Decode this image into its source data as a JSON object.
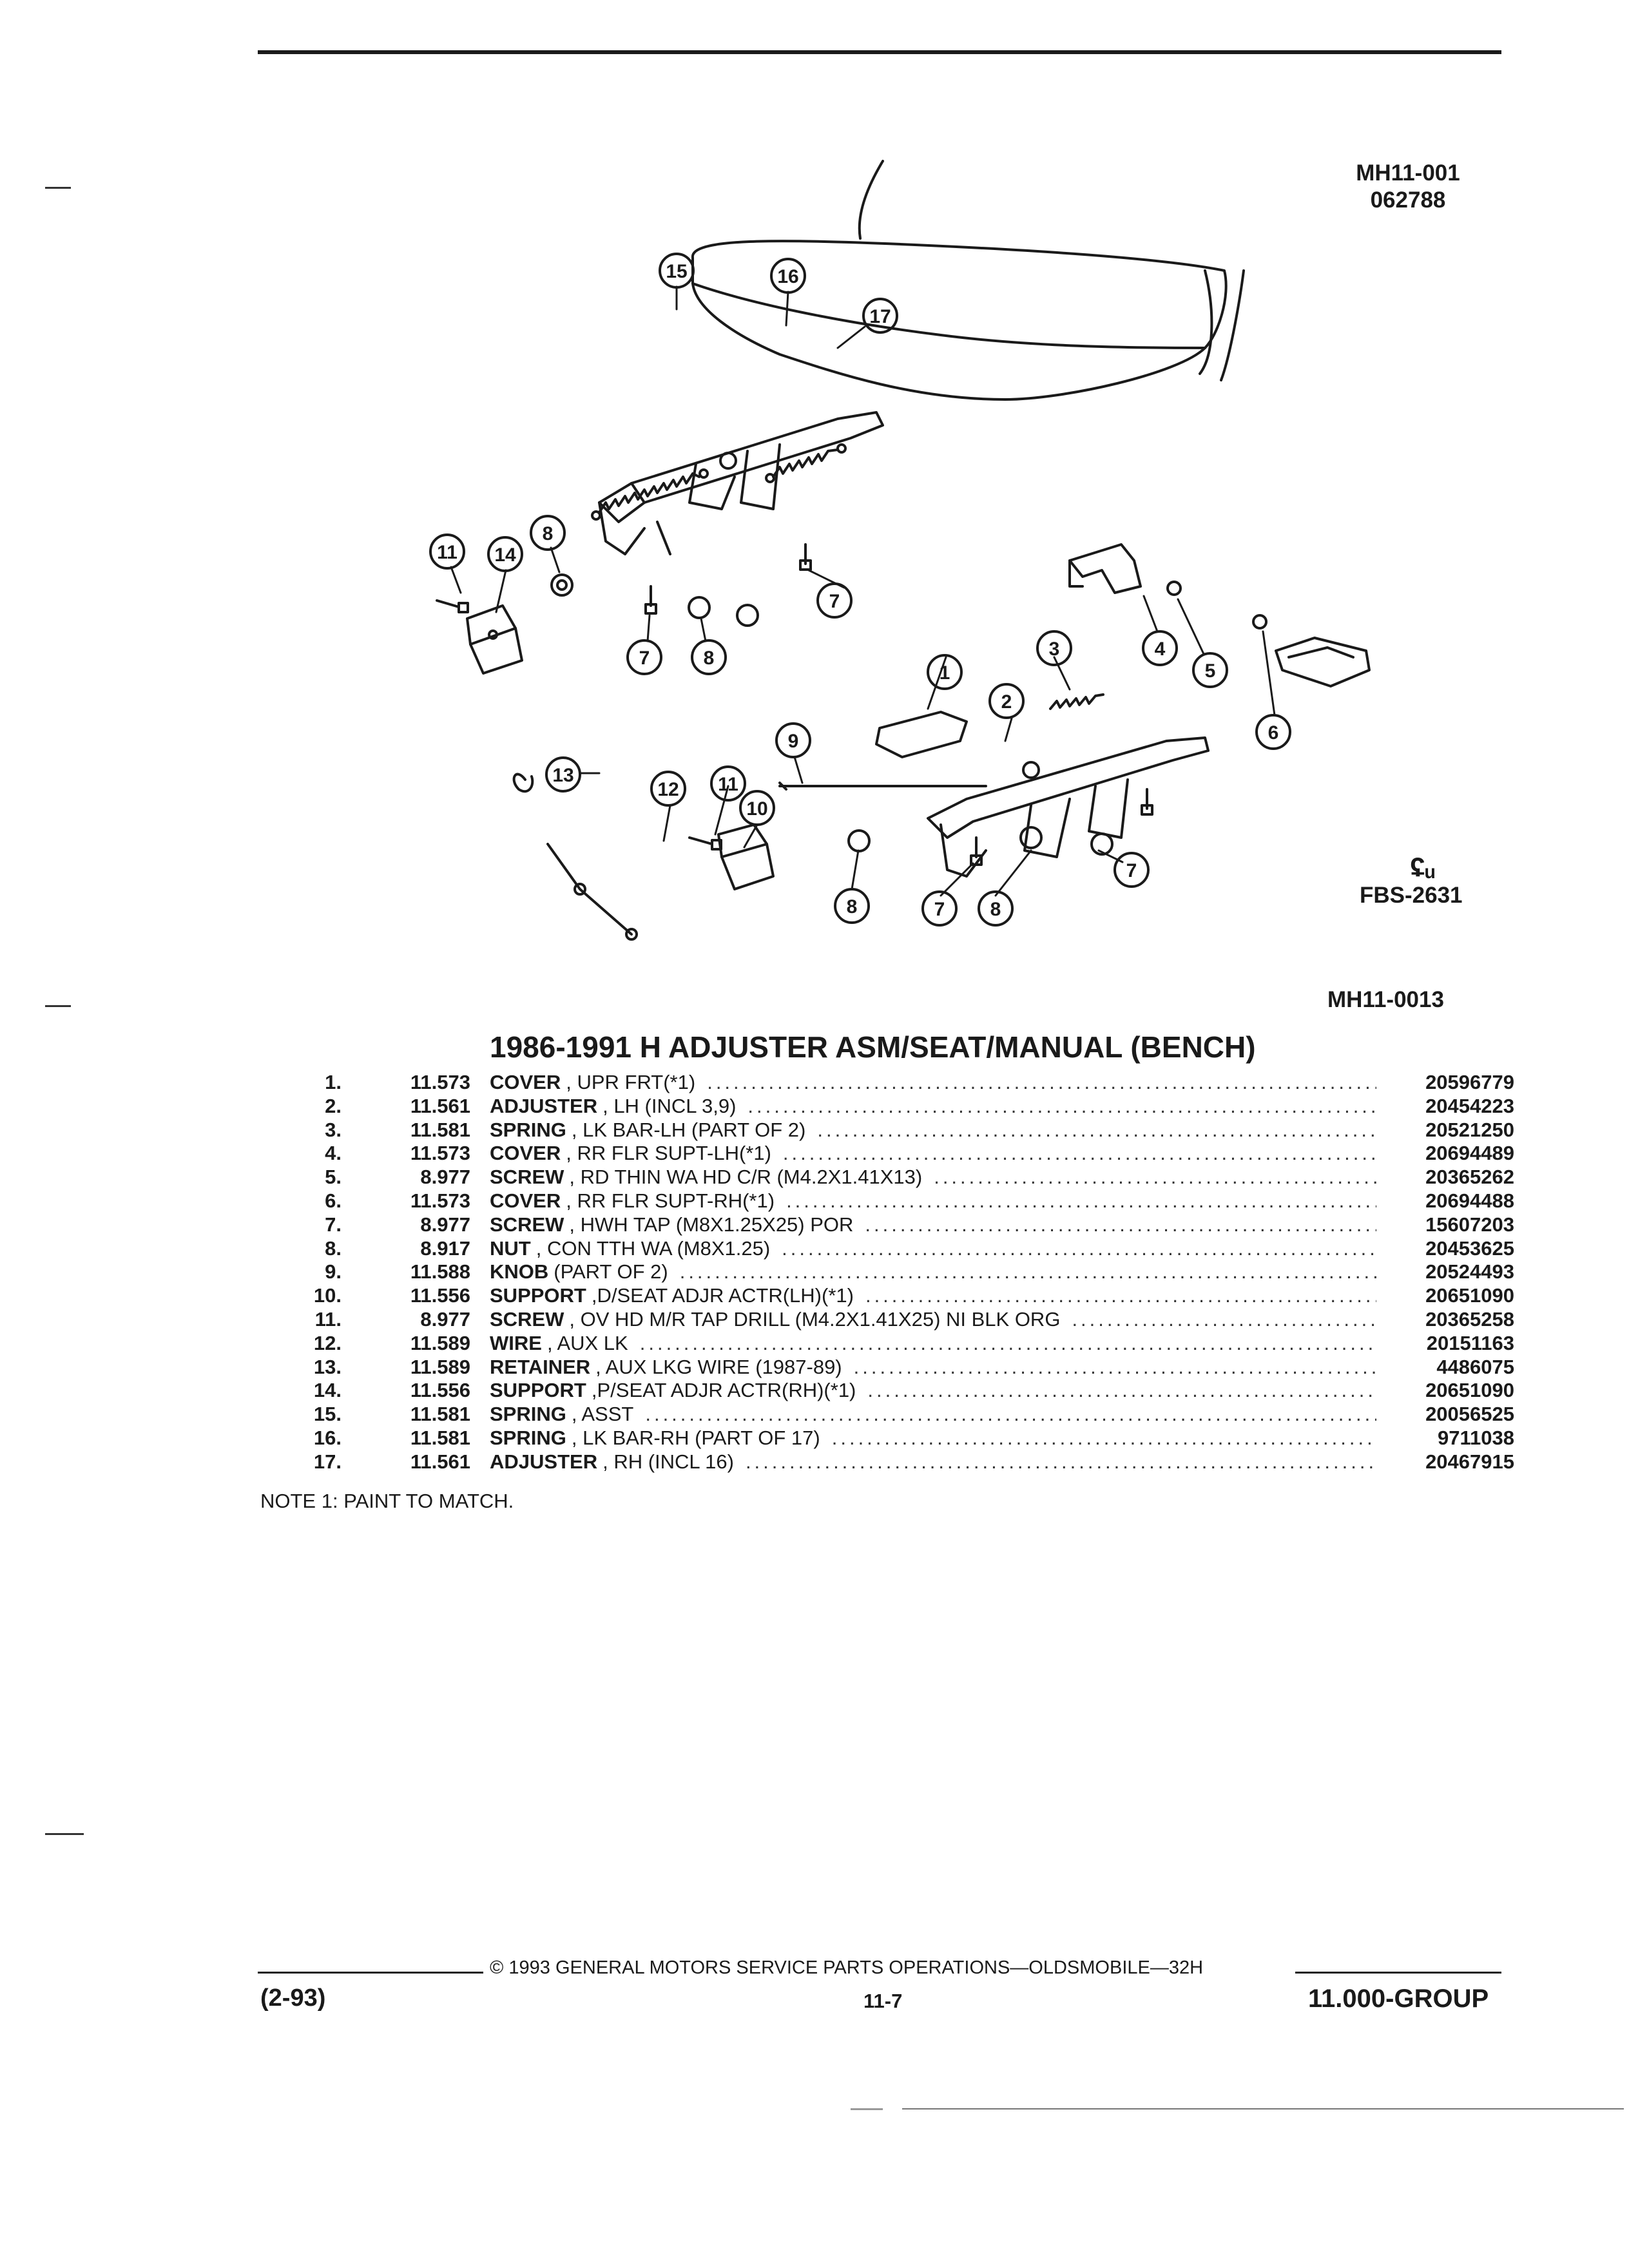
{
  "header": {
    "ref_code": "MH11-001",
    "date_code": "062788"
  },
  "figure": {
    "callouts": [
      "15",
      "16",
      "17",
      "11",
      "14",
      "8",
      "7",
      "7",
      "8",
      "1",
      "3",
      "2",
      "4",
      "5",
      "6",
      "13",
      "9",
      "11",
      "12",
      "10",
      "7",
      "8",
      "7",
      "8"
    ],
    "fbs_code": "FBS-2631",
    "fbs_logo": "ʢᵤ",
    "ref_code_2": "MH11-0013"
  },
  "parts": {
    "title": "1986-1991 H ADJUSTER ASM/SEAT/MANUAL (BENCH)",
    "rows": [
      {
        "no": "1.",
        "group": "11.573",
        "name": "COVER",
        "spec": ", UPR FRT(*1)",
        "part": "20596779"
      },
      {
        "no": "2.",
        "group": "11.561",
        "name": "ADJUSTER",
        "spec": ", LH (INCL 3,9)",
        "part": "20454223"
      },
      {
        "no": "3.",
        "group": "11.581",
        "name": "SPRING",
        "spec": ", LK BAR-LH (PART OF 2)",
        "part": "20521250"
      },
      {
        "no": "4.",
        "group": "11.573",
        "name": "COVER",
        "spec": ", RR FLR SUPT-LH(*1)",
        "part": "20694489"
      },
      {
        "no": "5.",
        "group": "8.977",
        "name": "SCREW",
        "spec": ", RD THIN WA HD C/R (M4.2X1.41X13)",
        "part": "20365262"
      },
      {
        "no": "6.",
        "group": "11.573",
        "name": "COVER",
        "spec": ", RR FLR SUPT-RH(*1)",
        "part": "20694488"
      },
      {
        "no": "7.",
        "group": "8.977",
        "name": "SCREW",
        "spec": ", HWH TAP (M8X1.25X25) POR",
        "part": "15607203"
      },
      {
        "no": "8.",
        "group": "8.917",
        "name": "NUT",
        "spec": ", CON TTH WA (M8X1.25)",
        "part": "20453625"
      },
      {
        "no": "9.",
        "group": "11.588",
        "name": "KNOB",
        "spec": "(PART OF 2)",
        "part": "20524493"
      },
      {
        "no": "10.",
        "group": "11.556",
        "name": "SUPPORT",
        "spec": ",D/SEAT ADJR ACTR(LH)(*1)",
        "part": "20651090"
      },
      {
        "no": "11.",
        "group": "8.977",
        "name": "SCREW",
        "spec": ", OV HD M/R TAP DRILL (M4.2X1.41X25) NI BLK ORG",
        "part": "20365258"
      },
      {
        "no": "12.",
        "group": "11.589",
        "name": "WIRE",
        "spec": ", AUX LK",
        "part": "20151163"
      },
      {
        "no": "13.",
        "group": "11.589",
        "name": "RETAINER",
        "spec": ", AUX LKG WIRE (1987-89)",
        "part": "4486075"
      },
      {
        "no": "14.",
        "group": "11.556",
        "name": "SUPPORT",
        "spec": ",P/SEAT ADJR ACTR(RH)(*1)",
        "part": "20651090"
      },
      {
        "no": "15.",
        "group": "11.581",
        "name": "SPRING",
        "spec": ", ASST",
        "part": "20056525"
      },
      {
        "no": "16.",
        "group": "11.581",
        "name": "SPRING",
        "spec": ", LK BAR-RH (PART OF 17)",
        "part": "9711038"
      },
      {
        "no": "17.",
        "group": "11.561",
        "name": "ADJUSTER",
        "spec": ", RH (INCL 16)",
        "part": "20467915"
      }
    ]
  },
  "note": "NOTE  1:  PAINT TO MATCH.",
  "footer": {
    "copyright": "©  1993  GENERAL MOTORS SERVICE PARTS OPERATIONS—OLDSMOBILE—32H",
    "date": "(2-93)",
    "page": "11-7",
    "group": "11.000-GROUP"
  }
}
